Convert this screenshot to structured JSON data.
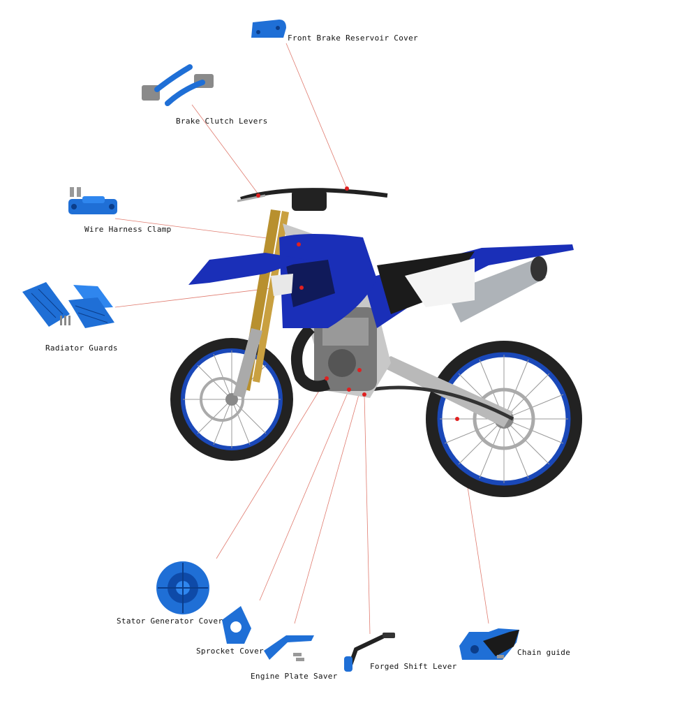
{
  "colors": {
    "part_blue": "#1f6fd6",
    "bike_blue": "#1a2fb8",
    "leader_line": "#e07b6f",
    "marker": "#e02020"
  },
  "labels": {
    "front_brake_reservoir_cover": "Front Brake Reservoir Cover",
    "brake_clutch_levers": "Brake Clutch Levers",
    "wire_harness_clamp": "Wire Harness Clamp",
    "radiator_guards": "Radiator Guards",
    "stator_generator_cover": "Stator Generator Cover",
    "sprocket_cover": "Sprocket Cover",
    "engine_plate_saver": "Engine Plate Saver",
    "forged_shift_lever": "Forged Shift Lever",
    "chain_guide": "Chain guide"
  }
}
